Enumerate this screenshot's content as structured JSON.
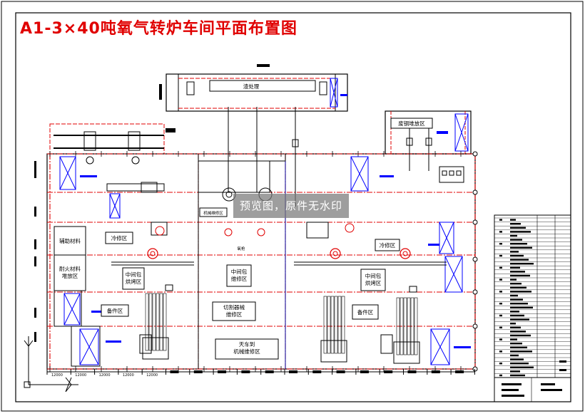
{
  "title": "A1-3×40吨氧气转炉车间平面布置图",
  "watermark": "预览图，原件无水印",
  "labels": {
    "top_hall": "渣处理",
    "scrap_area": "废钢堆放区",
    "mech_room": "机械维修区",
    "aux_materials": "辅助材料",
    "cooling_area_left": "冷修区",
    "cooling_area_right": "冷修区",
    "oxygen_lance": "氧枪",
    "refractory": "耐火材料\n堆放区",
    "tundish_left": "中间包\n烘烤区",
    "tundish_mid": "中间包\n维修区",
    "tundish_right": "中间包\n烘烤区",
    "spare_left": "备件区",
    "spare_right": "备件区",
    "cutter_repair": "切割器械\n维修区",
    "crane_repair": "天车到\n机械维修区"
  },
  "dimension_label": "12000",
  "colors": {
    "wall": "#e00000",
    "line": "#000000",
    "accent": "#0000ff",
    "title": "#e00000"
  }
}
